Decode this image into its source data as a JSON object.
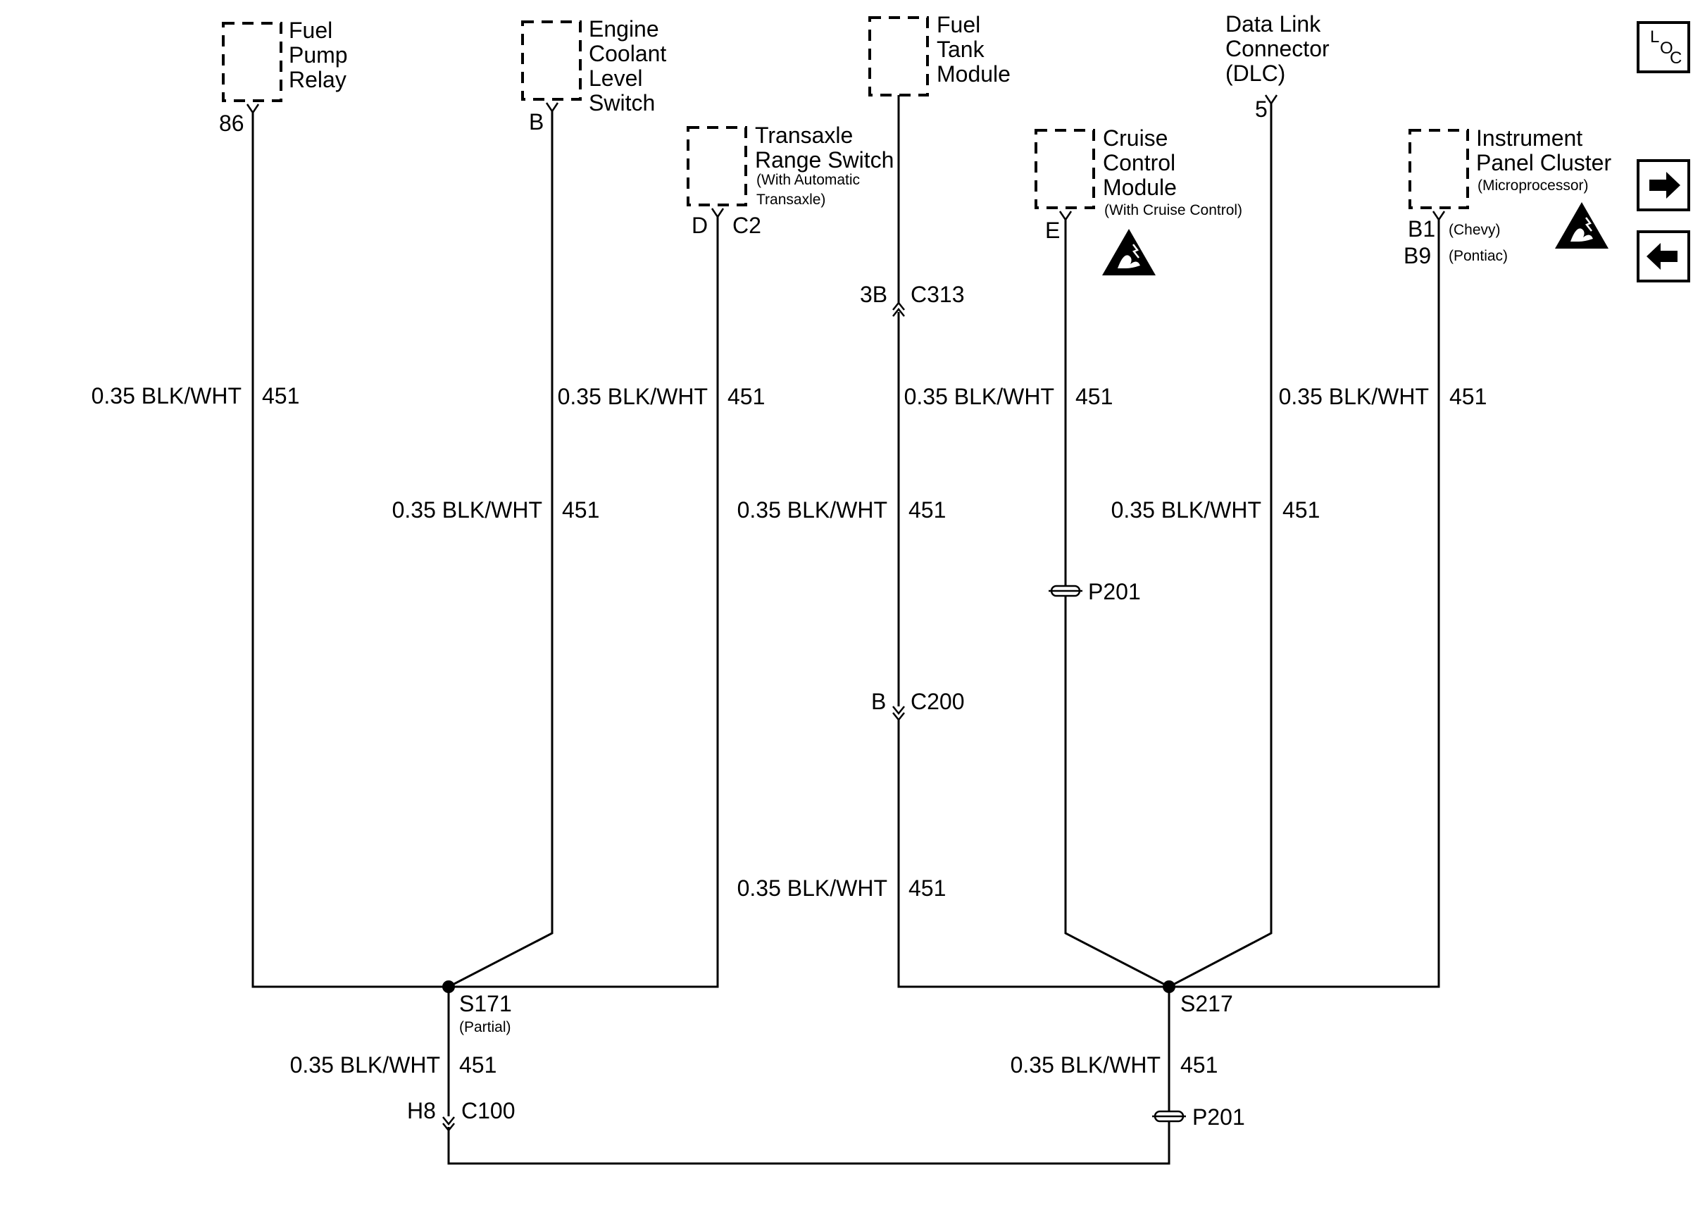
{
  "components": {
    "fuel_pump_relay": [
      "Fuel",
      "Pump",
      "Relay"
    ],
    "fuel_pump_relay_pin": "86",
    "coolant_switch": [
      "Engine",
      "Coolant",
      "Level",
      "Switch"
    ],
    "coolant_switch_pin": "B",
    "trs": [
      "Transaxle",
      "Range Switch"
    ],
    "trs_note": [
      "(With Automatic",
      "Transaxle)"
    ],
    "trs_pin_d": "D",
    "trs_pin_c2": "C2",
    "fuel_tank": [
      "Fuel",
      "Tank",
      "Module"
    ],
    "cruise": [
      "Cruise",
      "Control",
      "Module"
    ],
    "cruise_note": "(With Cruise Control)",
    "cruise_pin": "E",
    "dlc": [
      "Data Link",
      "Connector",
      "(DLC)"
    ],
    "dlc_pin": "5",
    "ipc": [
      "Instrument",
      "Panel Cluster"
    ],
    "ipc_note": "(Microprocessor)",
    "ipc_pin_b1": "B1",
    "ipc_pin_b9": "B9",
    "ipc_chevy": "(Chevy)",
    "ipc_pontiac": "(Pontiac)"
  },
  "wire": {
    "label": "0.35 BLK/WHT",
    "circuit": "451"
  },
  "connectors": {
    "c313_pin": "3B",
    "c313": "C313",
    "c200_pin": "B",
    "c200": "C200",
    "c100_pin": "H8",
    "c100": "C100",
    "p201": "P201"
  },
  "splices": {
    "s171": "S171",
    "s171_note": "(Partial)",
    "s217": "S217"
  },
  "nav": {
    "loc_l": "L",
    "loc_o": "O",
    "loc_c": "C"
  },
  "icons": [
    "loc-icon",
    "next-arrow-icon",
    "prev-arrow-icon",
    "esd-warning-icon"
  ]
}
